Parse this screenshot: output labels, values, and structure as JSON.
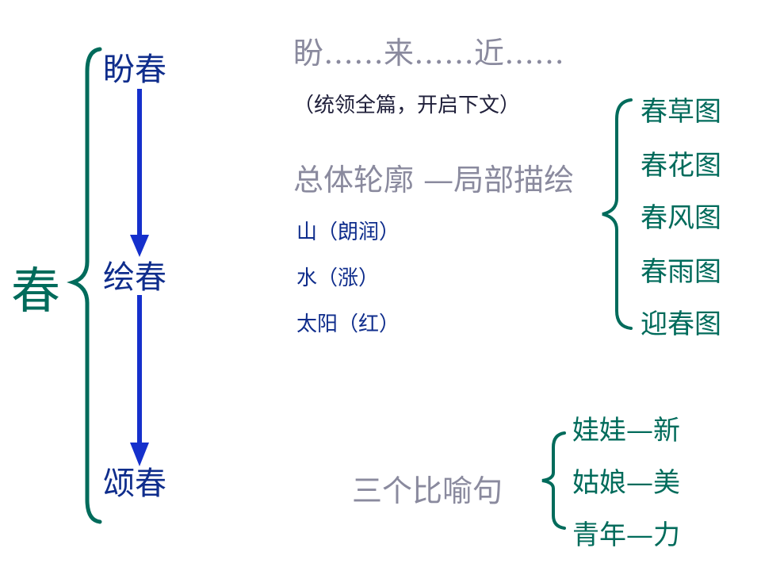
{
  "colors": {
    "teal": "#006b5b",
    "blue_text": "#0f2d8c",
    "arrow": "#1530cc",
    "gray_text": "#8a8a9e",
    "dark_text": "#1f1f3a"
  },
  "title_char": "春",
  "stages": [
    "盼春",
    "绘春",
    "颂春"
  ],
  "intro": {
    "line": "盼……来……近……",
    "note": "（统领全篇，开启下文）"
  },
  "middle": {
    "heading": "总体轮廓 —局部描绘",
    "items": [
      "山（朗润）",
      "水（涨）",
      "太阳（红）"
    ]
  },
  "pictures": [
    "春草图",
    "春花图",
    "春风图",
    "春雨图",
    "迎春图"
  ],
  "similes": {
    "label": "三个比喻句",
    "items": [
      "娃娃—新",
      "姑娘—美",
      "青年—力"
    ]
  }
}
